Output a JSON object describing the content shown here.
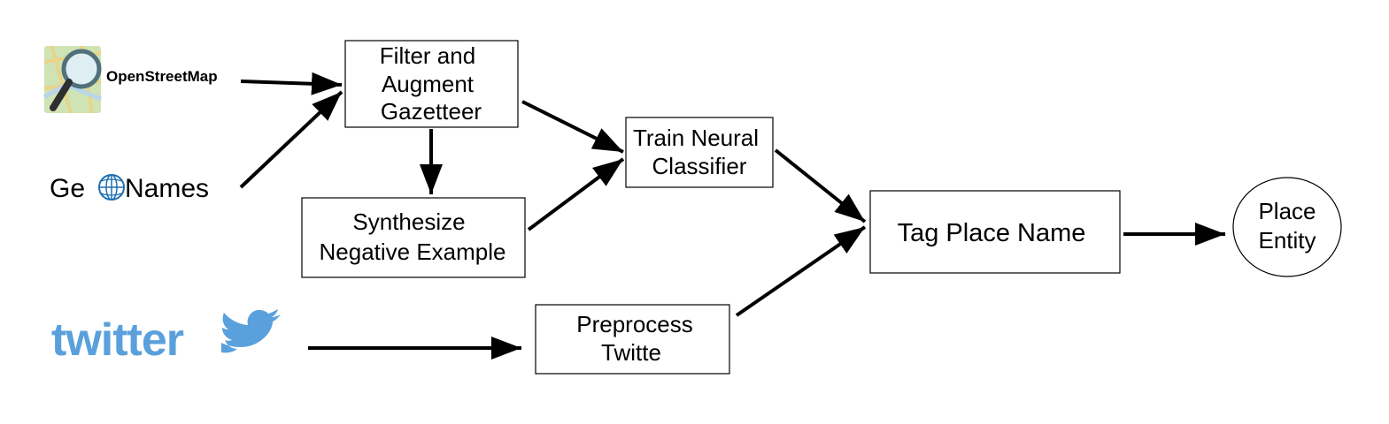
{
  "sources": {
    "osm": {
      "label": "OpenStreetMap",
      "icon": "map-magnifier-icon"
    },
    "geonames": {
      "label_left": "Ge",
      "label_right": "Names",
      "icon": "globe-icon",
      "color": "#1f6fb2"
    },
    "twitter": {
      "label": "twitter",
      "icon": "bird-icon",
      "color": "#5aa0dc"
    }
  },
  "nodes": {
    "filter": {
      "line1": "Filter and",
      "line2": "Augment",
      "line3": "Gazetteer"
    },
    "synthesize": {
      "line1": "Synthesize",
      "line2": "Negative Example"
    },
    "train": {
      "line1": "Train Neural",
      "line2": "Classifier"
    },
    "preprocess": {
      "line1": "Preprocess",
      "line2": "Twitte"
    },
    "tag": {
      "label": "Tag Place Name"
    },
    "entity": {
      "line1": "Place",
      "line2": "Entity"
    }
  }
}
